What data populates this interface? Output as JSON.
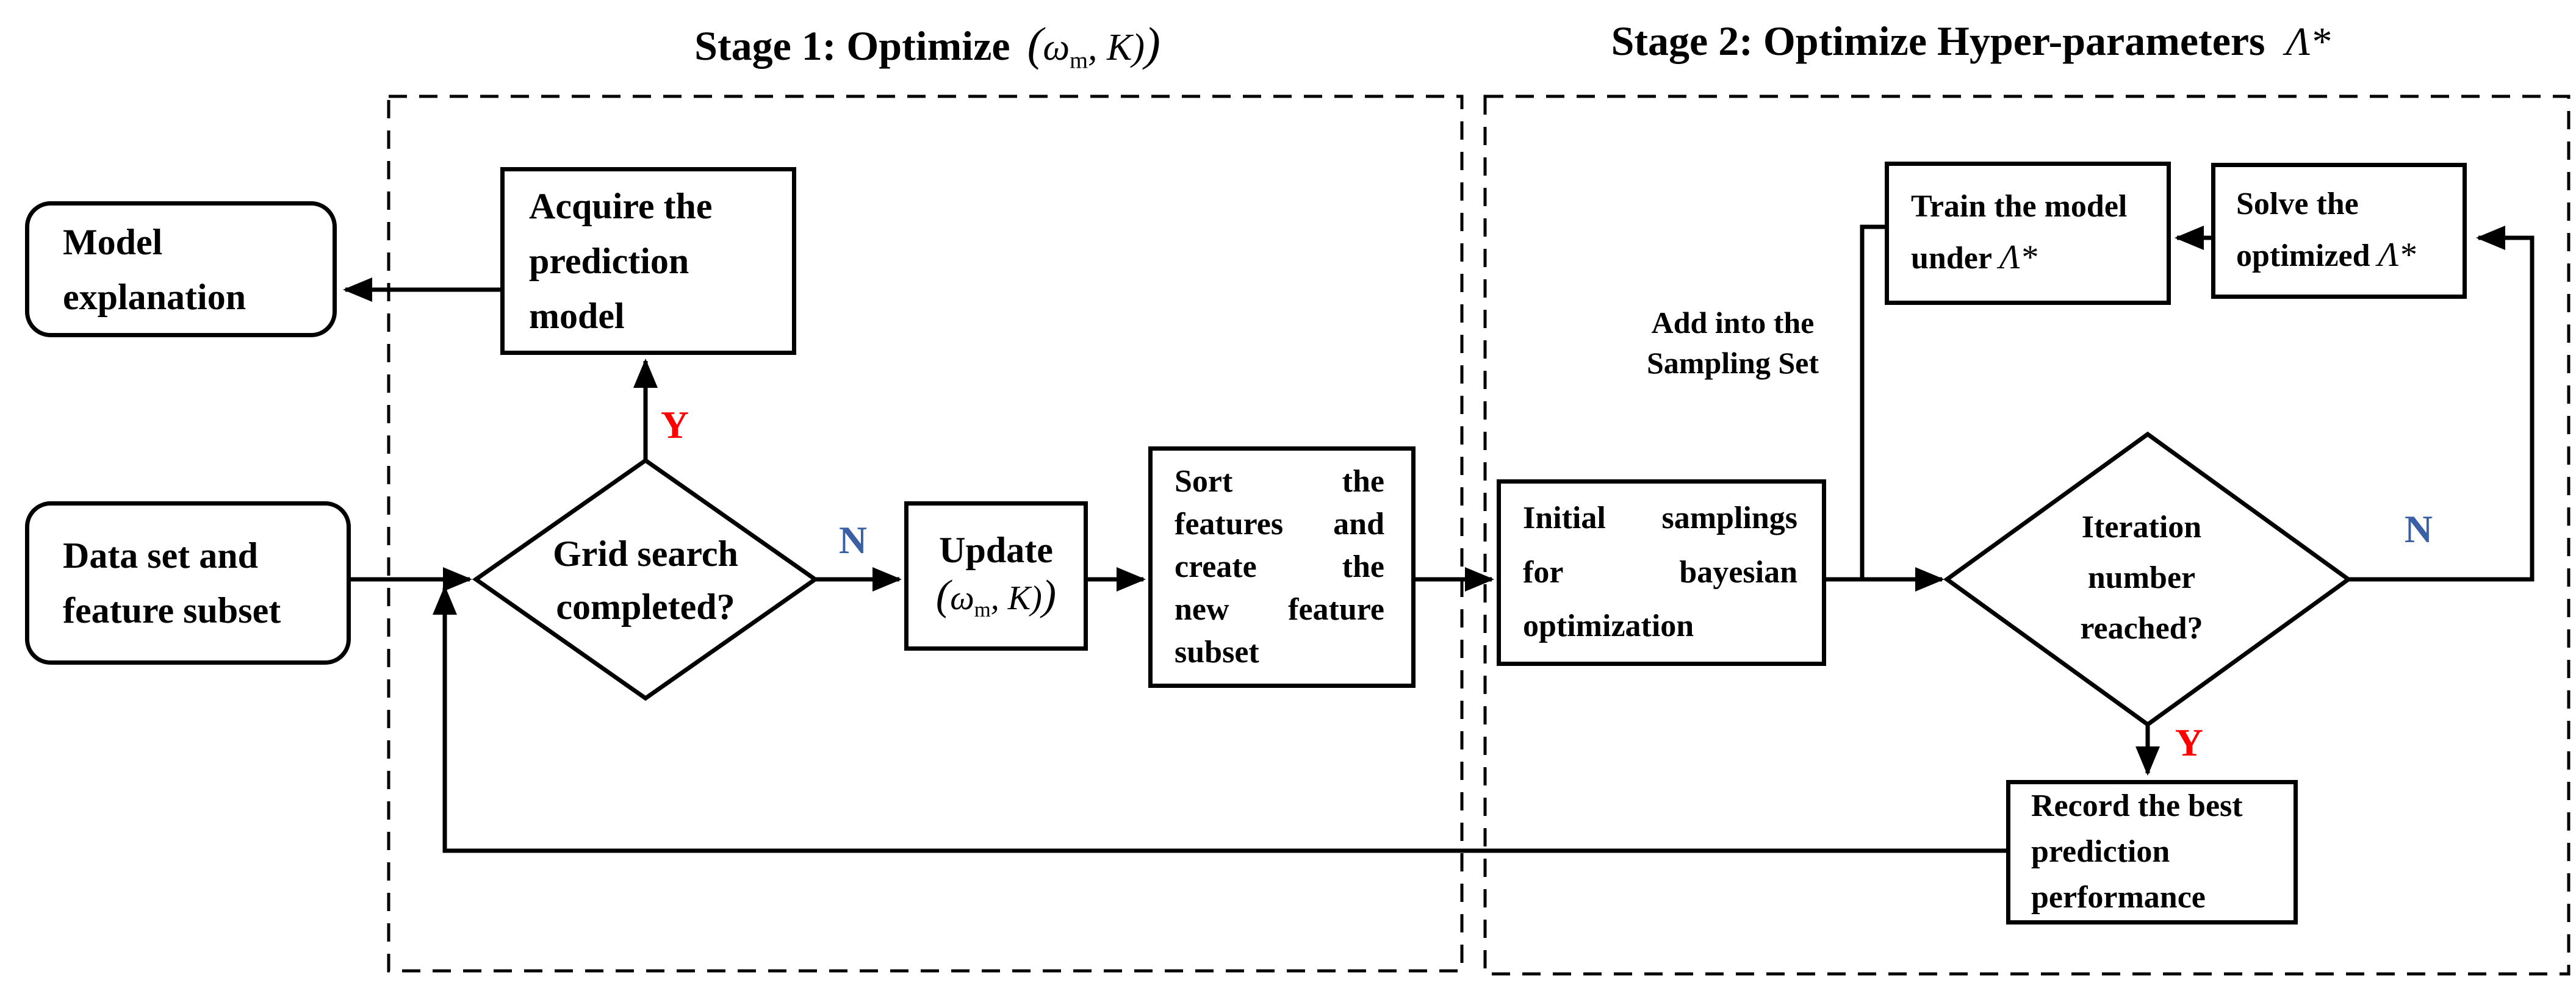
{
  "stage1": {
    "title": "Stage 1: Optimize",
    "math": {
      "open": "(",
      "omega": "ω",
      "sub": "m",
      "close": ", K)"
    }
  },
  "stage2": {
    "title": "Stage 2: Optimize Hyper-parameters",
    "lambda": "Λ*"
  },
  "nodes": {
    "model_explanation": {
      "lines": [
        "Model",
        "explanation"
      ]
    },
    "dataset": {
      "lines": [
        "Data set and",
        "feature subset"
      ]
    },
    "acquire": {
      "lines": [
        "Acquire the",
        "prediction",
        "model"
      ]
    },
    "grid_search": {
      "lines": [
        "Grid search",
        "completed?"
      ]
    },
    "update": {
      "label": "Update",
      "math": {
        "open": "(",
        "omega": "ω",
        "sub": "m",
        "close": ", K)"
      }
    },
    "sort": {
      "words": [
        [
          "Sort",
          "the"
        ],
        [
          "features",
          "and"
        ],
        [
          "create",
          "the"
        ],
        [
          "new",
          "feature"
        ],
        [
          "subset"
        ]
      ]
    },
    "initial_samplings": {
      "words": [
        [
          "Initial",
          "samplings"
        ],
        [
          "for",
          "bayesian"
        ],
        [
          "optimization"
        ]
      ]
    },
    "add_note": {
      "lines": [
        "Add into the",
        "Sampling Set"
      ]
    },
    "train": {
      "line1": "Train the model",
      "line2": "under",
      "lambda": "Λ*"
    },
    "solve": {
      "line1": "Solve the",
      "line2": "optimized",
      "lambda": "Λ*"
    },
    "iteration": {
      "lines": [
        "Iteration",
        "number",
        "reached?"
      ]
    },
    "record": {
      "lines": [
        "Record the best",
        "prediction",
        "performance"
      ]
    }
  },
  "branches": {
    "yes": "Y",
    "no": "N"
  },
  "colors": {
    "yes_label": "#ff0000",
    "no_label": "#3b5fa5",
    "stroke": "#000000"
  }
}
